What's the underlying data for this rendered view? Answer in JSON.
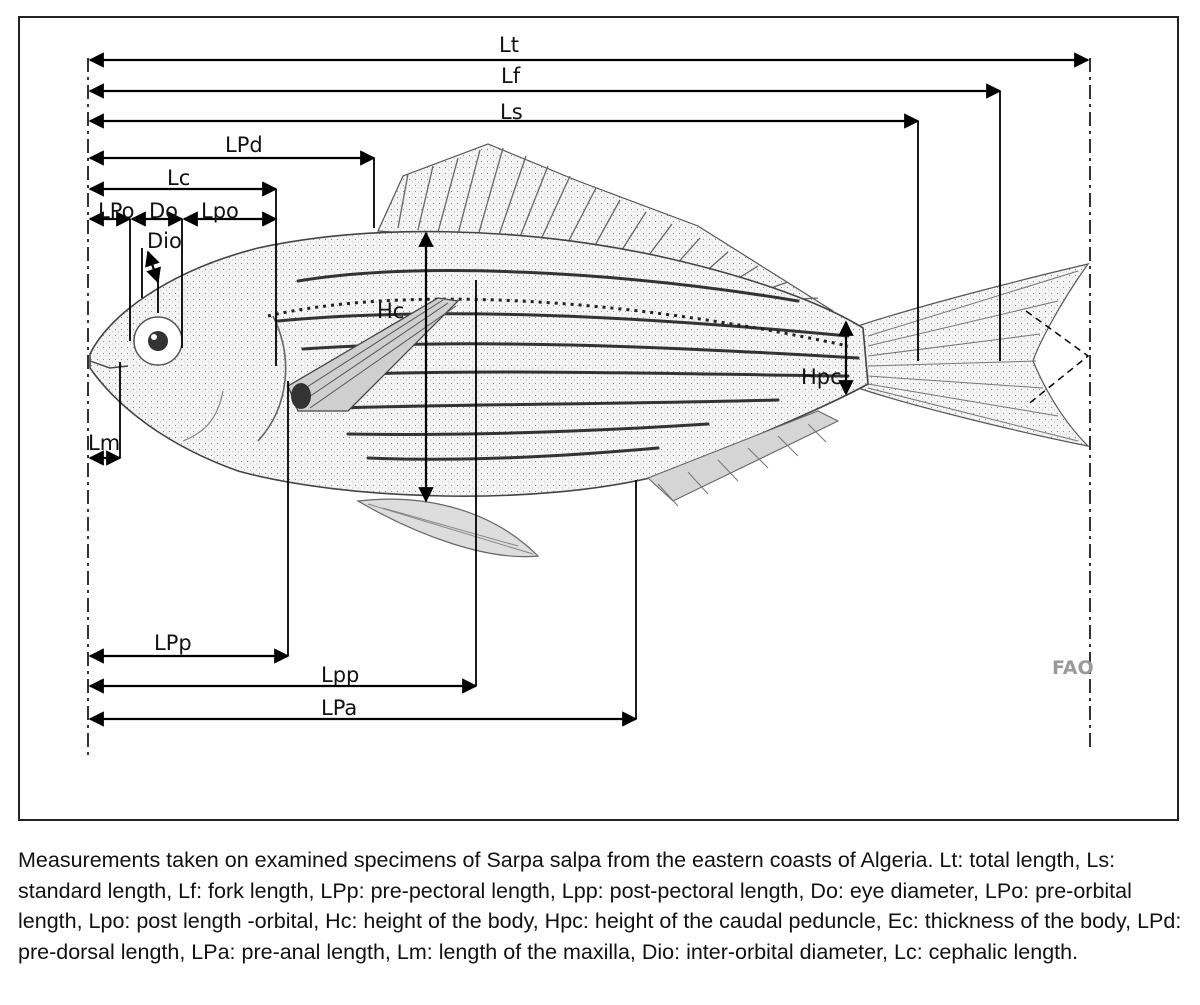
{
  "figure": {
    "labels": {
      "Lt": "Lt",
      "Lf": "Lf",
      "Ls": "Ls",
      "LPd": "LPd",
      "Lc": "Lc",
      "LPo": "LPo",
      "Do": "Do",
      "Lpo": "Lpo",
      "Dio": "Dio",
      "Hc": "Hc",
      "Hpc": "Hpc",
      "Lm": "Lm",
      "LPp": "LPp",
      "Lpp": "Lpp",
      "LPa": "LPa"
    },
    "watermark": "FAO"
  },
  "caption": "Measurements taken on examined specimens of Sarpa salpa from the eastern coasts of Algeria. Lt: total length, Ls: standard length, Lf: fork length, LPp: pre-pectoral length, Lpp: post-pectoral length, Do: eye diameter, LPo: pre-orbital length, Lpo: post length -orbital, Hc: height of the body, Hpc: height of the caudal peduncle, Ec: thickness of the body, LPd: pre-dorsal length, LPa: pre-anal length, Lm: length of the maxilla, Dio: inter-orbital diameter, Lc: cephalic length."
}
